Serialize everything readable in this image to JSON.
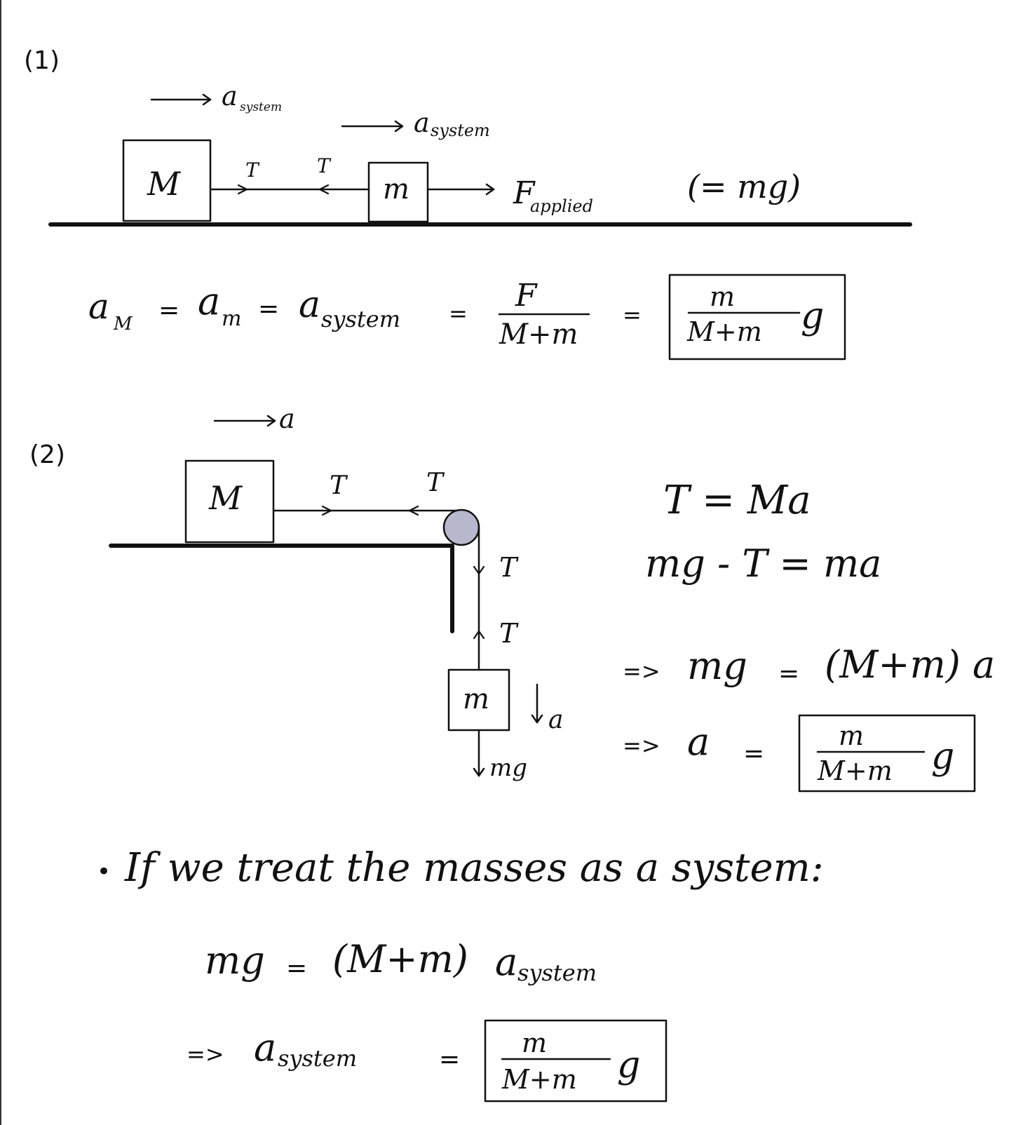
{
  "part1": {
    "label": "(1)",
    "accel_left": "a",
    "accel_left_sub": "system",
    "accel_right": "a",
    "accel_right_sub": "system",
    "block_big": "M",
    "block_small": "m",
    "tension_left": "T",
    "tension_right": "T",
    "force": "F",
    "force_sub": "applied",
    "force_note": "(= mg)",
    "eq": {
      "a_M": "a",
      "a_M_sub": "M",
      "eq1": "=",
      "a_m": "a",
      "a_m_sub": "m",
      "eq2": "=",
      "a_sys": "a",
      "a_sys_sub": "system",
      "eq3": "=",
      "frac_num": "F",
      "frac_den": "M+m",
      "eq4": "=",
      "result_num": "m",
      "result_den": "M+m",
      "result_g": "g"
    }
  },
  "part2": {
    "label": "(2)",
    "accel": "a",
    "block_big": "M",
    "block_small": "m",
    "tension_1": "T",
    "tension_2": "T",
    "tension_3": "T",
    "tension_4": "T",
    "accel_down": "a",
    "weight": "mg",
    "eqs": {
      "line1": "T = Ma",
      "line2": "mg - T = ma",
      "line3_arrow": "=>",
      "line3_lhs": "mg",
      "line3_eq": "=",
      "line3_rhs": "(M+m) a",
      "line4_arrow": "=>",
      "line4_lhs": "a",
      "line4_eq": "=",
      "result_num": "m",
      "result_den": "M+m",
      "result_g": "g"
    }
  },
  "system": {
    "bullet": "•",
    "heading": "If we treat the masses as a system:",
    "line1_lhs": "mg",
    "line1_eq": "=",
    "line1_rhs": "(M+m)",
    "line1_a": "a",
    "line1_a_sub": "system",
    "line2_arrow": "=>",
    "line2_lhs": "a",
    "line2_lhs_sub": "system",
    "line2_eq": "=",
    "result_num": "m",
    "result_den": "M+m",
    "result_g": "g"
  },
  "colors": {
    "ink": "#111111",
    "pulley": "#b8b8cc"
  }
}
